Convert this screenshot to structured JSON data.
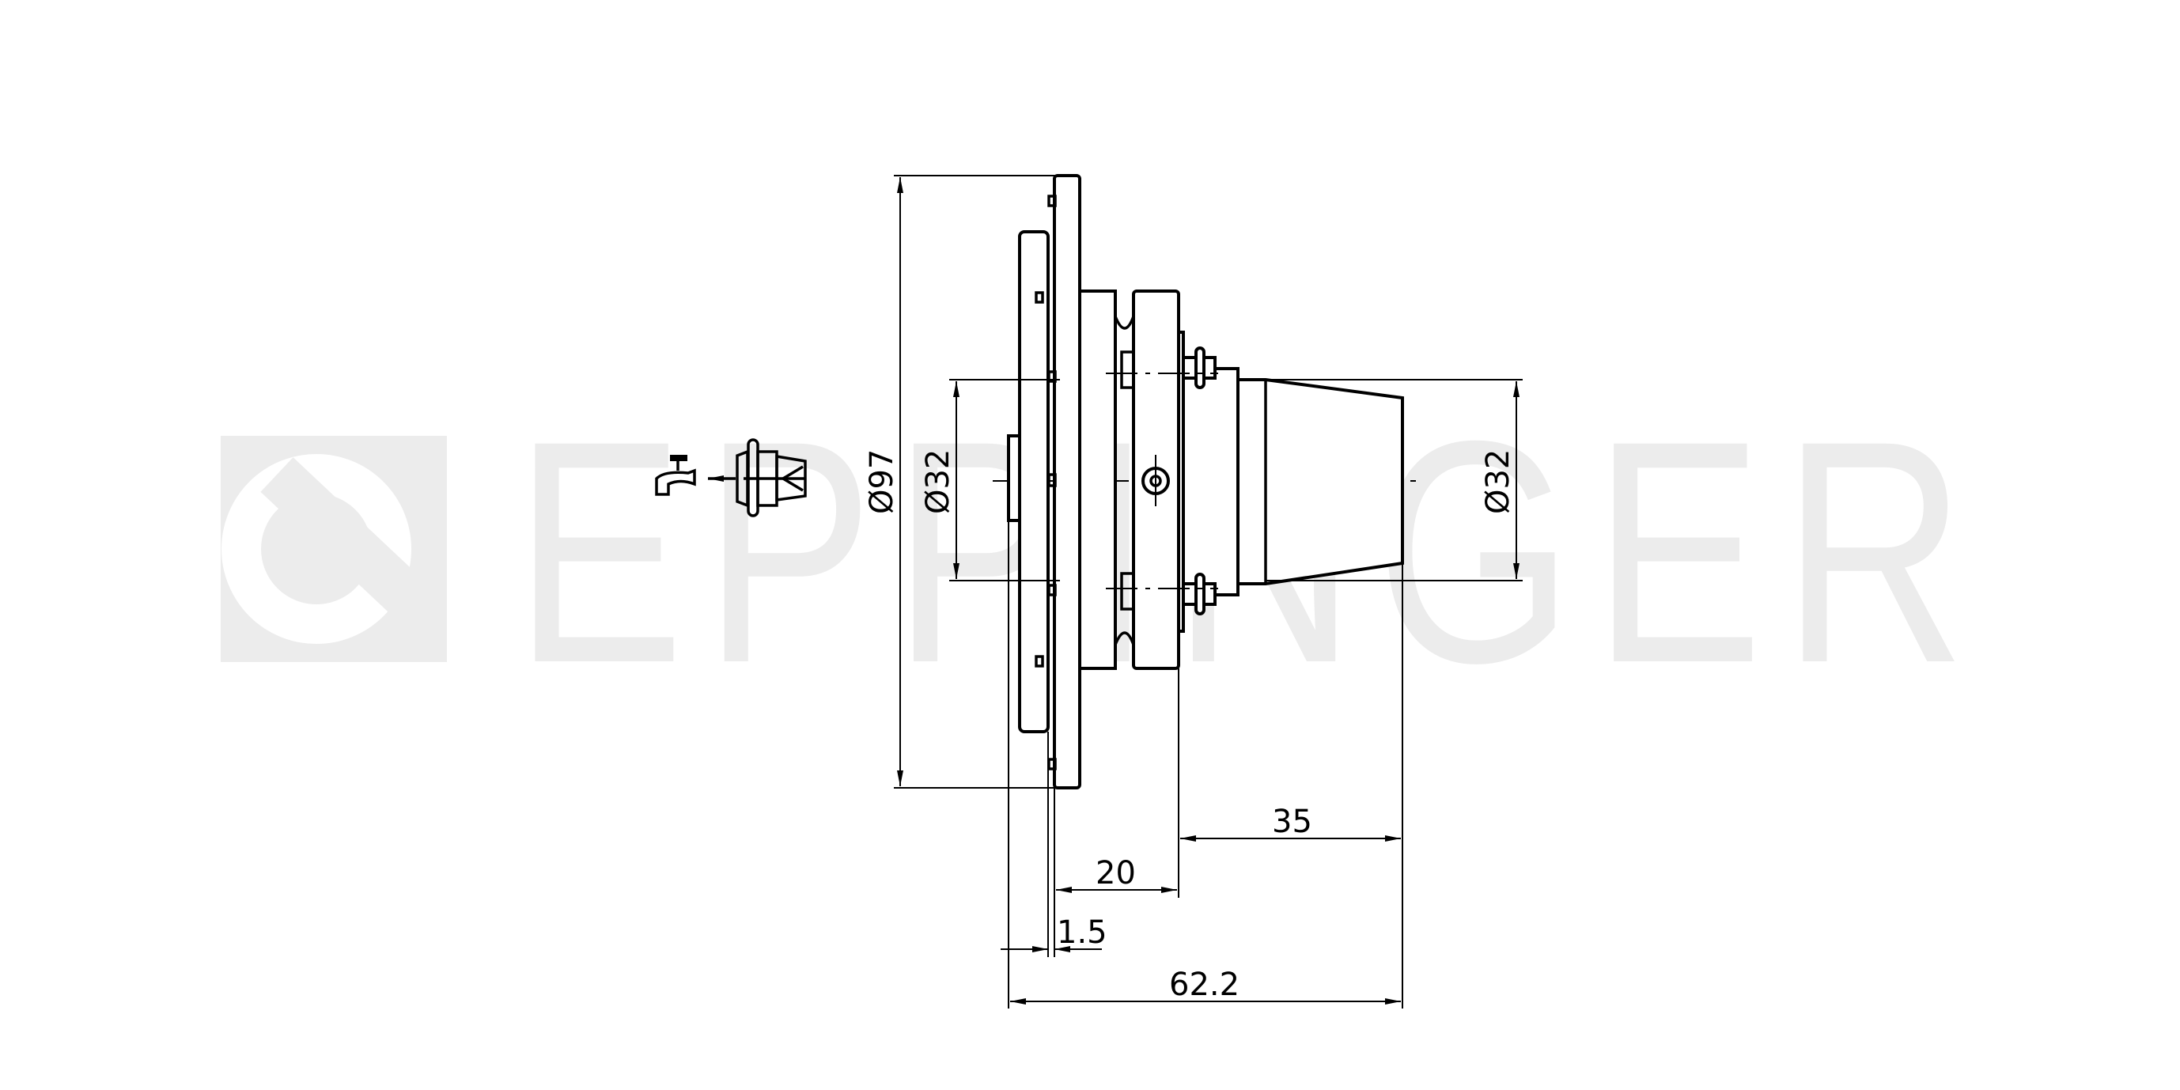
{
  "watermark": {
    "brand": "EPPINGER",
    "color": "#ececec"
  },
  "dimensions": {
    "overall_diameter": "Ø97",
    "shank_diameter_left": "Ø32",
    "cone_diameter_right": "Ø32",
    "cone_length": "35",
    "hub_length": "20",
    "plate_offset": "1.5",
    "overall_length": "62.2"
  },
  "icons": [
    "coolant-tap-icon",
    "internal-coolant-tool-icon"
  ]
}
